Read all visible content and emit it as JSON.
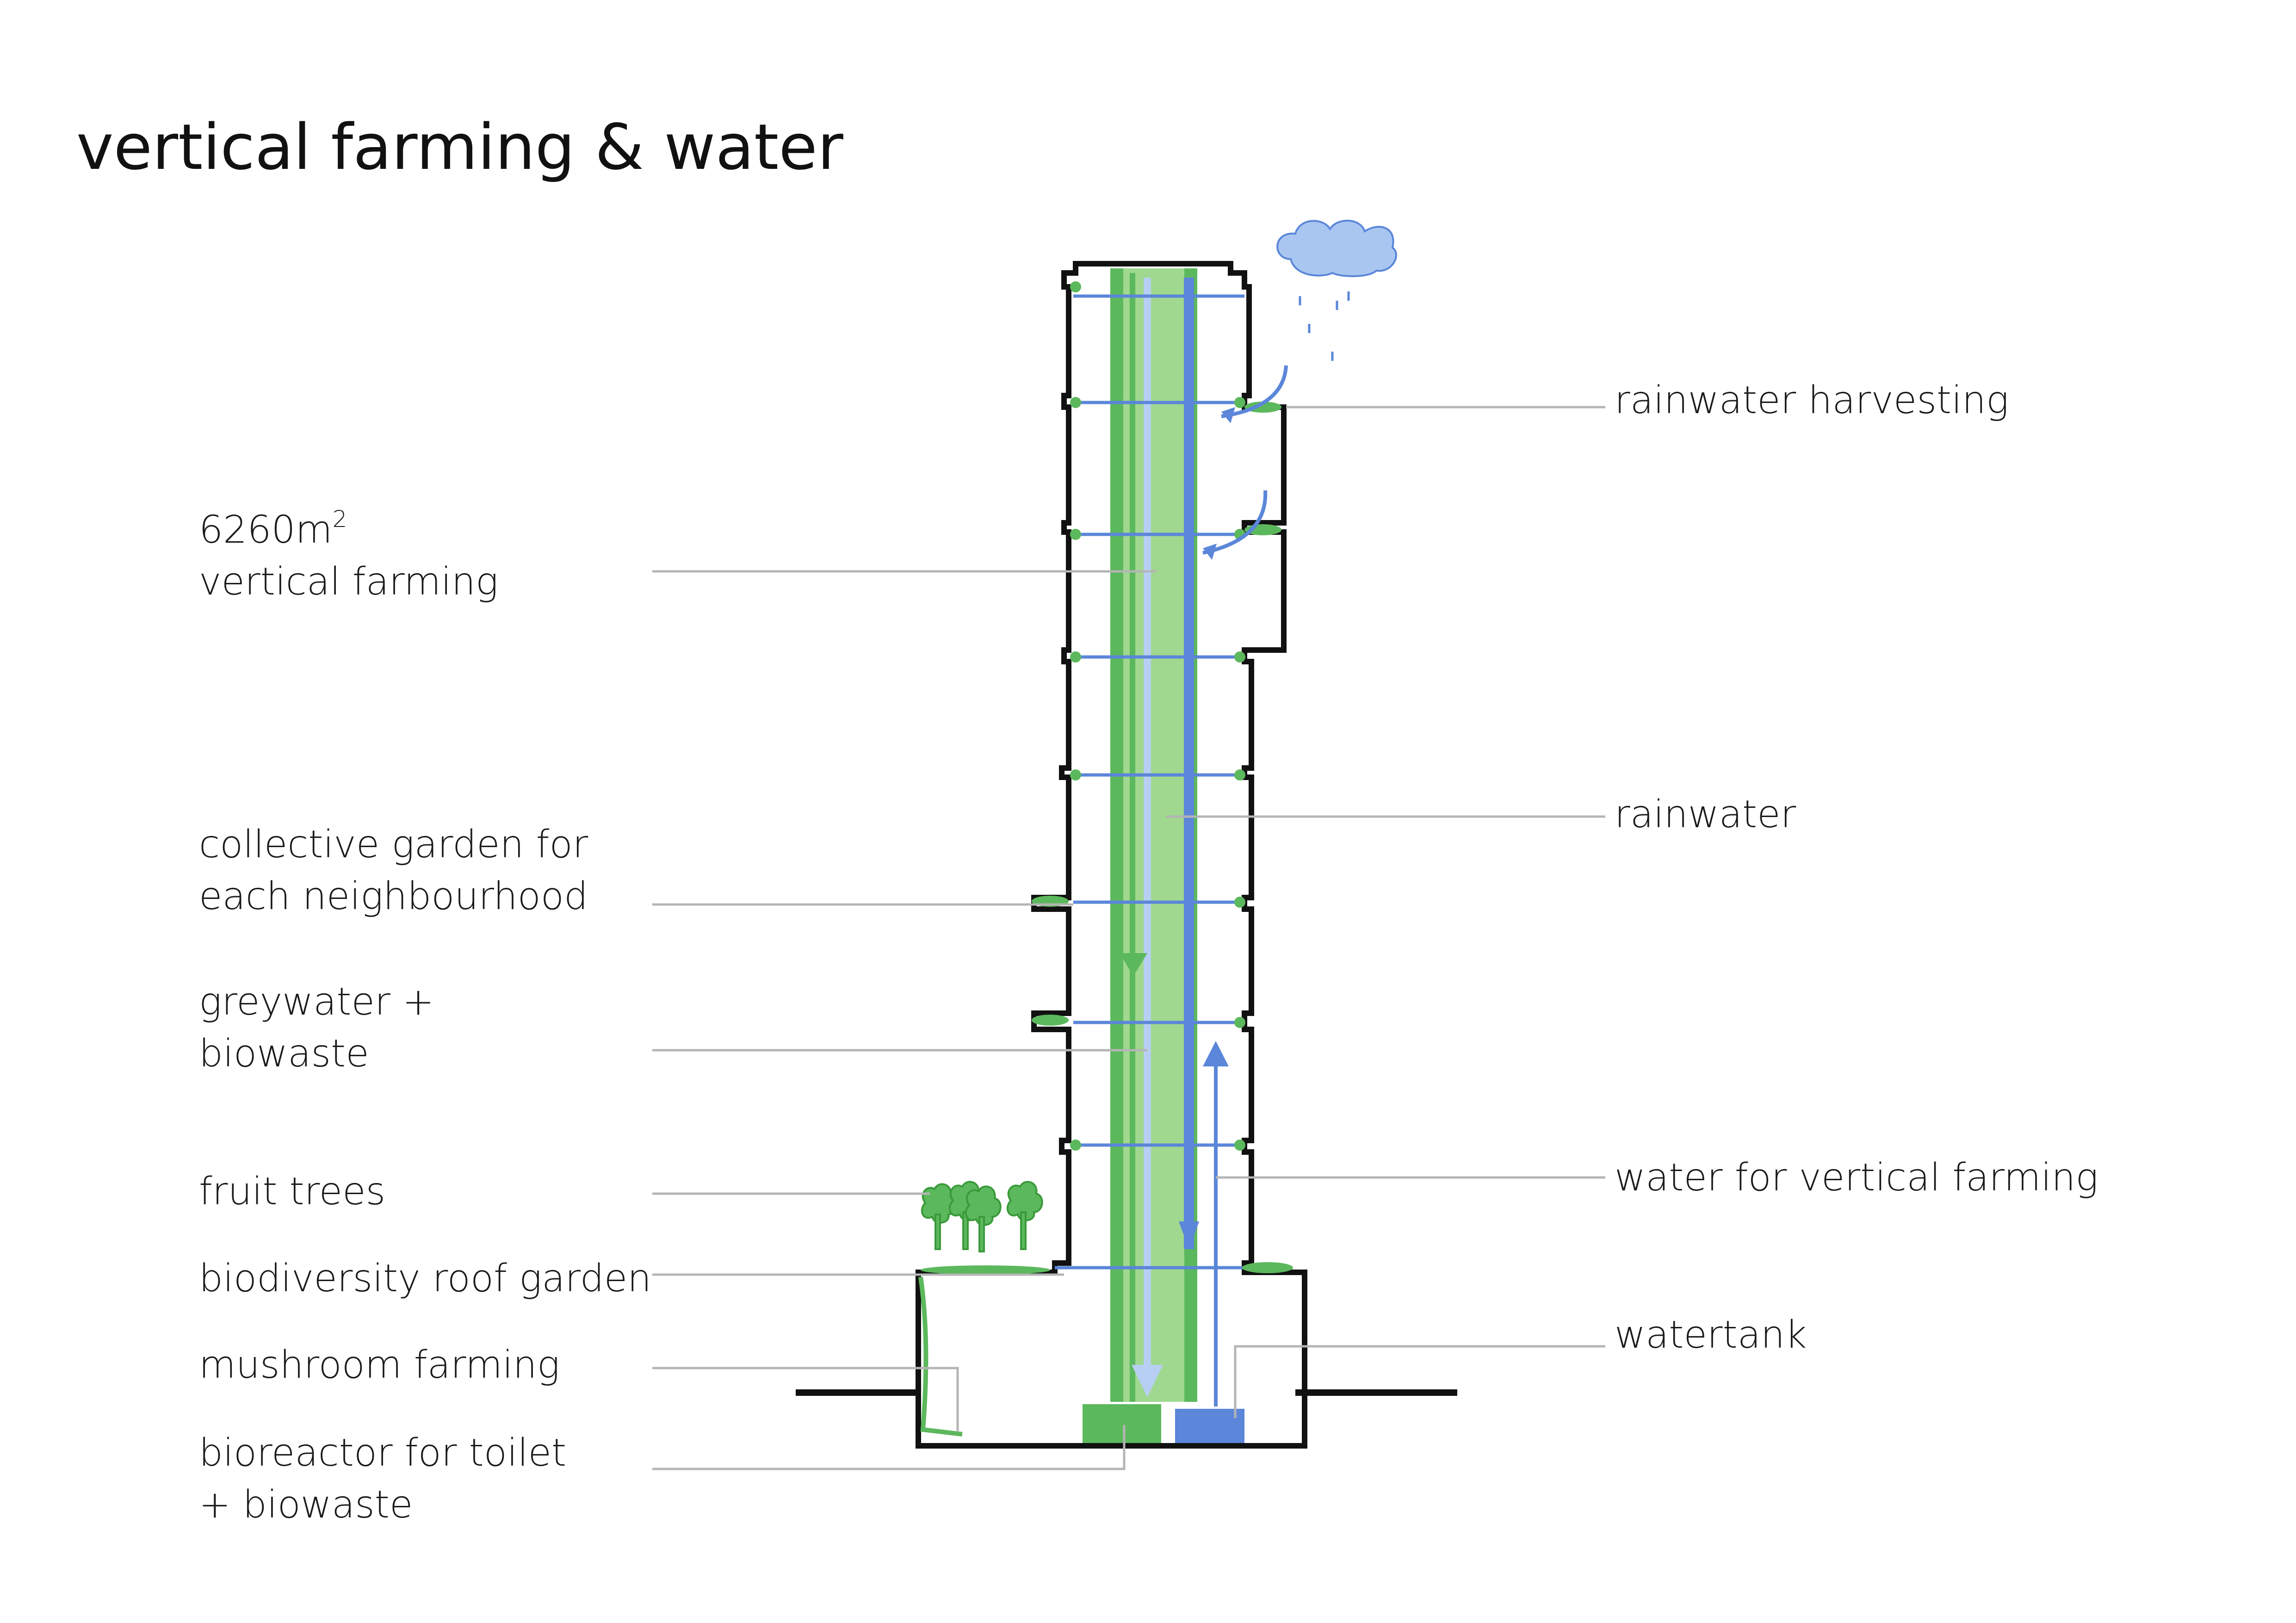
{
  "title": "vertical farming & water",
  "labels_left": {
    "vertical_farming_area": "6260m",
    "vertical_farming_area_sup": "2",
    "vertical_farming": "vertical farming",
    "collective_garden_1": "collective garden for",
    "collective_garden_2": "each neighbourhood",
    "greywater_1": "greywater +",
    "greywater_2": "biowaste",
    "fruit_trees": "fruit trees",
    "biodiversity_roof_garden": "biodiversity roof garden",
    "mushroom_farming": "mushroom farming",
    "bioreactor_1": "bioreactor for toilet",
    "bioreactor_2": "+ biowaste"
  },
  "labels_right": {
    "rainwater_harvesting": "rainwater harvesting",
    "rainwater": "rainwater",
    "water_for_vertical_farming": "water for vertical farming",
    "watertank": "watertank"
  },
  "colors": {
    "outline": "#111111",
    "green_light": "#9fd88e",
    "green": "#5cb85c",
    "blue": "#5b86d9",
    "blue_light": "#b7cff2",
    "cloud": "#a9c6f0",
    "leader": "#b5b5b5"
  }
}
